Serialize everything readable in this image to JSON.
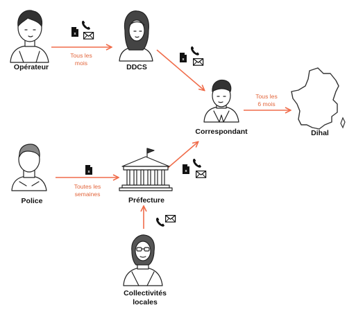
{
  "colors": {
    "arrow": "#f06c4a",
    "label": "#e2663c",
    "ink": "#1a1a1a"
  },
  "nodes": {
    "operateur": {
      "label": "Opérateur",
      "icon": "person-sketch-icon"
    },
    "ddcs": {
      "label": "DDCS",
      "icon": "person-sketch-icon"
    },
    "correspondant": {
      "label": "Correspondant",
      "icon": "person-sketch-icon"
    },
    "dihal": {
      "label": "Dihal",
      "icon": "france-map-icon"
    },
    "police": {
      "label": "Police",
      "icon": "person-sketch-icon"
    },
    "prefecture": {
      "label": "Préfecture",
      "icon": "building-icon"
    },
    "collectivites": {
      "label_line1": "Collectivités",
      "label_line2": "locales",
      "icon": "person-sketch-icon"
    }
  },
  "edges": {
    "operateur_ddcs": {
      "line1": "Tous les",
      "line2": "mois",
      "icons": [
        "file-icon",
        "phone-icon",
        "mail-icon"
      ]
    },
    "ddcs_correspondant": {
      "icons": [
        "file-icon",
        "phone-icon",
        "mail-icon"
      ]
    },
    "correspondant_dihal": {
      "line1": "Tous les",
      "line2": "6 mois"
    },
    "police_prefecture": {
      "line1": "Toutes les",
      "line2": "semaines",
      "icons": [
        "file-icon"
      ]
    },
    "prefecture_correspondant": {
      "icons": [
        "file-icon",
        "phone-icon",
        "mail-icon"
      ]
    },
    "collectivites_prefecture": {
      "icons": [
        "phone-icon",
        "mail-icon"
      ]
    }
  }
}
